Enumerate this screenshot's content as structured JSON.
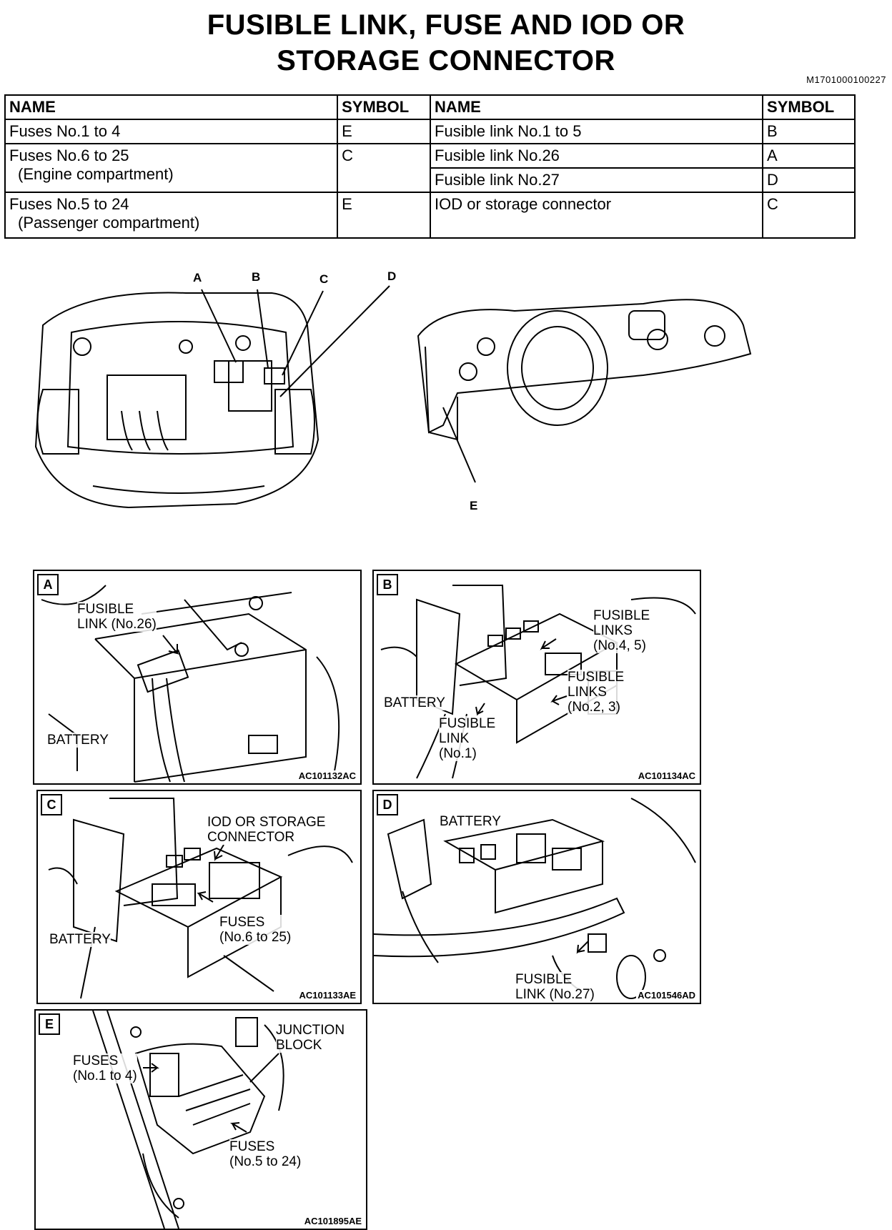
{
  "header": {
    "title_line1": "FUSIBLE LINK, FUSE AND IOD OR",
    "title_line2": "STORAGE CONNECTOR",
    "doc_id": "M1701000100227"
  },
  "table": {
    "headers": [
      "NAME",
      "SYMBOL",
      "NAME",
      "SYMBOL"
    ],
    "left": {
      "row1_name": "Fuses No.1 to 4",
      "row1_symbol": "E",
      "row2_name": "Fuses No.6 to 25",
      "row2_sub": "(Engine compartment)",
      "row2_symbol": "C",
      "row3_name": "Fuses No.5 to 24",
      "row3_sub": "(Passenger compartment)",
      "row3_symbol": "E"
    },
    "right": {
      "row1_name": "Fusible link No.1 to 5",
      "row1_symbol": "B",
      "row2_name": "Fusible link No.26",
      "row2_symbol": "A",
      "row3_name": "Fusible link No.27",
      "row3_symbol": "D",
      "row4_name": "IOD or storage connector",
      "row4_symbol": "C"
    }
  },
  "overview": {
    "labels": {
      "a": "A",
      "b": "B",
      "c": "C",
      "d": "D",
      "e": "E"
    }
  },
  "panels": {
    "a": {
      "tag": "A",
      "code": "AC101132AC",
      "l1": "FUSIBLE",
      "l2": "LINK (No.26)",
      "battery": "BATTERY"
    },
    "b": {
      "tag": "B",
      "code": "AC101134AC",
      "fl45_1": "FUSIBLE",
      "fl45_2": "LINKS",
      "fl45_3": "(No.4, 5)",
      "fl23_1": "FUSIBLE",
      "fl23_2": "LINKS",
      "fl23_3": "(No.2, 3)",
      "battery": "BATTERY",
      "fl1_1": "FUSIBLE",
      "fl1_2": "LINK",
      "fl1_3": "(No.1)"
    },
    "c": {
      "tag": "C",
      "code": "AC101133AE",
      "iod1": "IOD OR STORAGE",
      "iod2": "CONNECTOR",
      "fuses1": "FUSES",
      "fuses2": "(No.6 to 25)",
      "battery": "BATTERY"
    },
    "d": {
      "tag": "D",
      "code": "AC101546AD",
      "battery": "BATTERY",
      "fl1": "FUSIBLE",
      "fl2": "LINK (No.27)"
    },
    "e": {
      "tag": "E",
      "code": "AC101895AE",
      "jb1": "JUNCTION",
      "jb2": "BLOCK",
      "f14_1": "FUSES",
      "f14_2": "(No.1 to 4)",
      "f524_1": "FUSES",
      "f524_2": "(No.5 to 24)"
    }
  }
}
